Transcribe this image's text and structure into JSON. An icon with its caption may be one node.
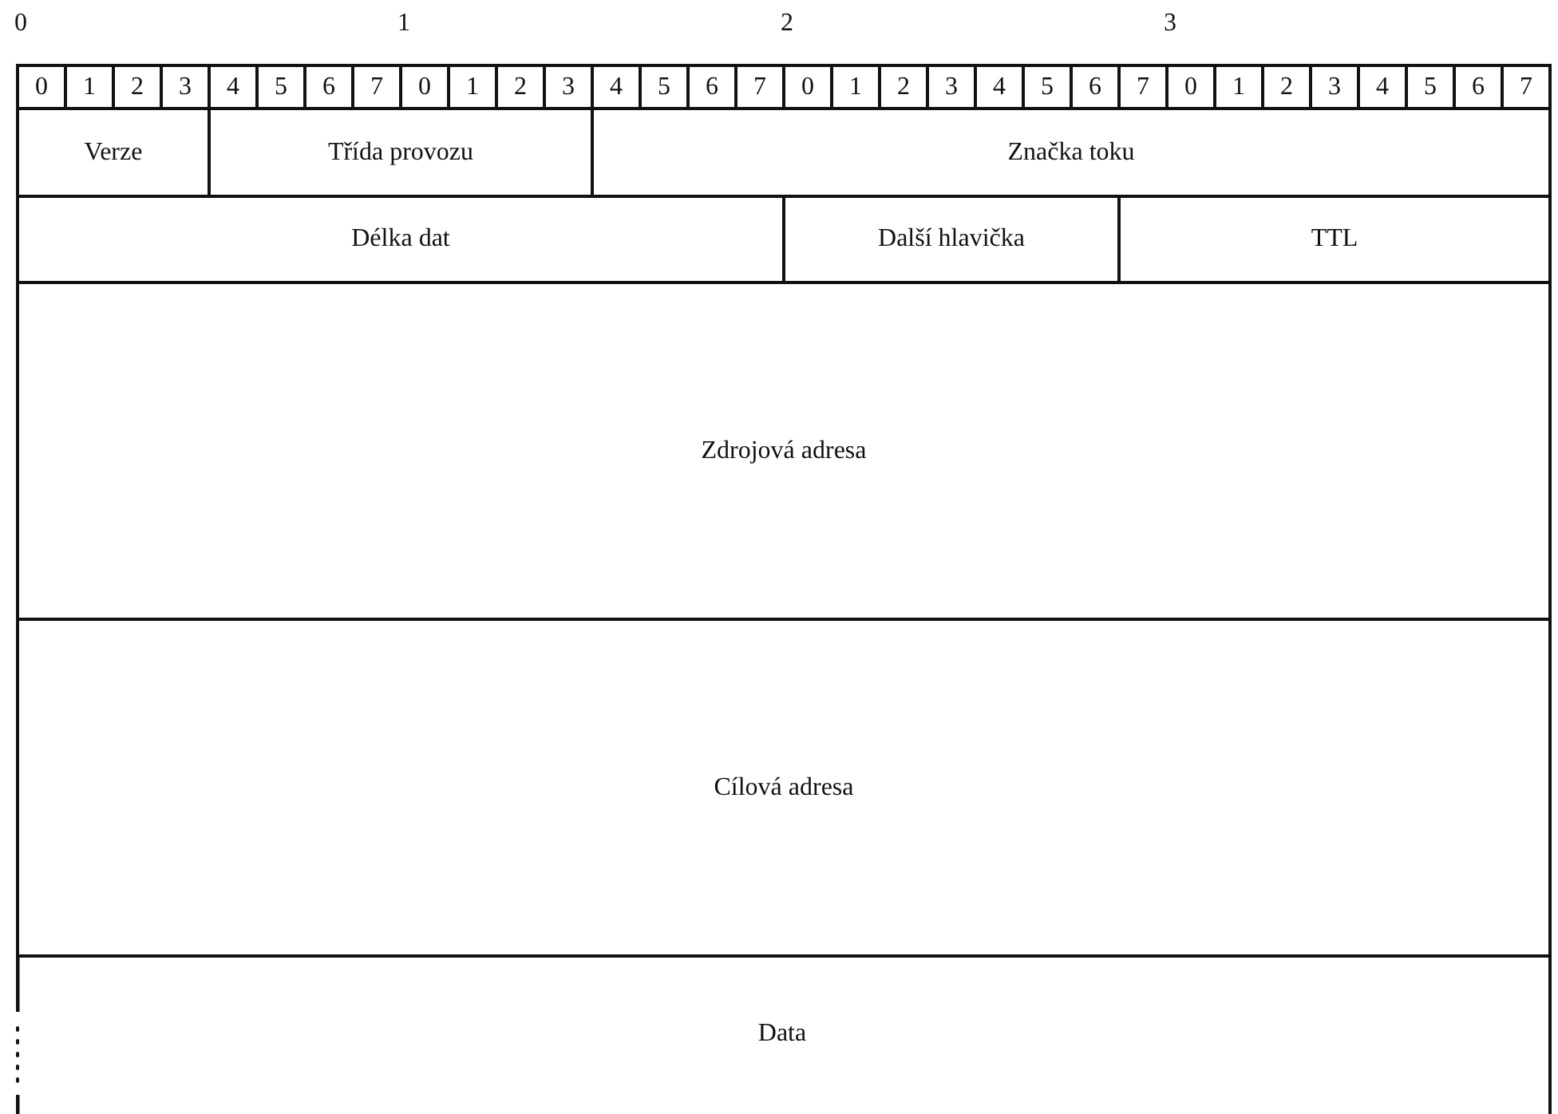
{
  "diagram": {
    "nodes": [
      {
        "text": [
          "Verze"
        ]
      },
      {
        "text": [
          "Třída provozu"
        ]
      },
      {
        "text": [
          "Značka toku"
        ]
      },
      {
        "text": [
          "Délka dat"
        ]
      },
      {
        "text": [
          "Další hlavička"
        ]
      },
      {
        "text": [
          "TTL"
        ]
      },
      {
        "text": [
          "Zdrojová adresa"
        ]
      },
      {
        "text": [
          "Cílová adresa"
        ]
      },
      {
        "text": [
          "Data"
        ]
      }
    ],
    "labels": [
      "0",
      "1",
      "2",
      "3",
      "0",
      "1",
      "2",
      "3",
      "4",
      "5",
      "6",
      "7",
      "0",
      "1",
      "2",
      "3",
      "4",
      "5",
      "6",
      "7",
      "0",
      "1",
      "2",
      "3",
      "4",
      "5",
      "6",
      "7",
      "0",
      "1",
      "2",
      "3",
      "4",
      "5",
      "6",
      "7"
    ]
  }
}
